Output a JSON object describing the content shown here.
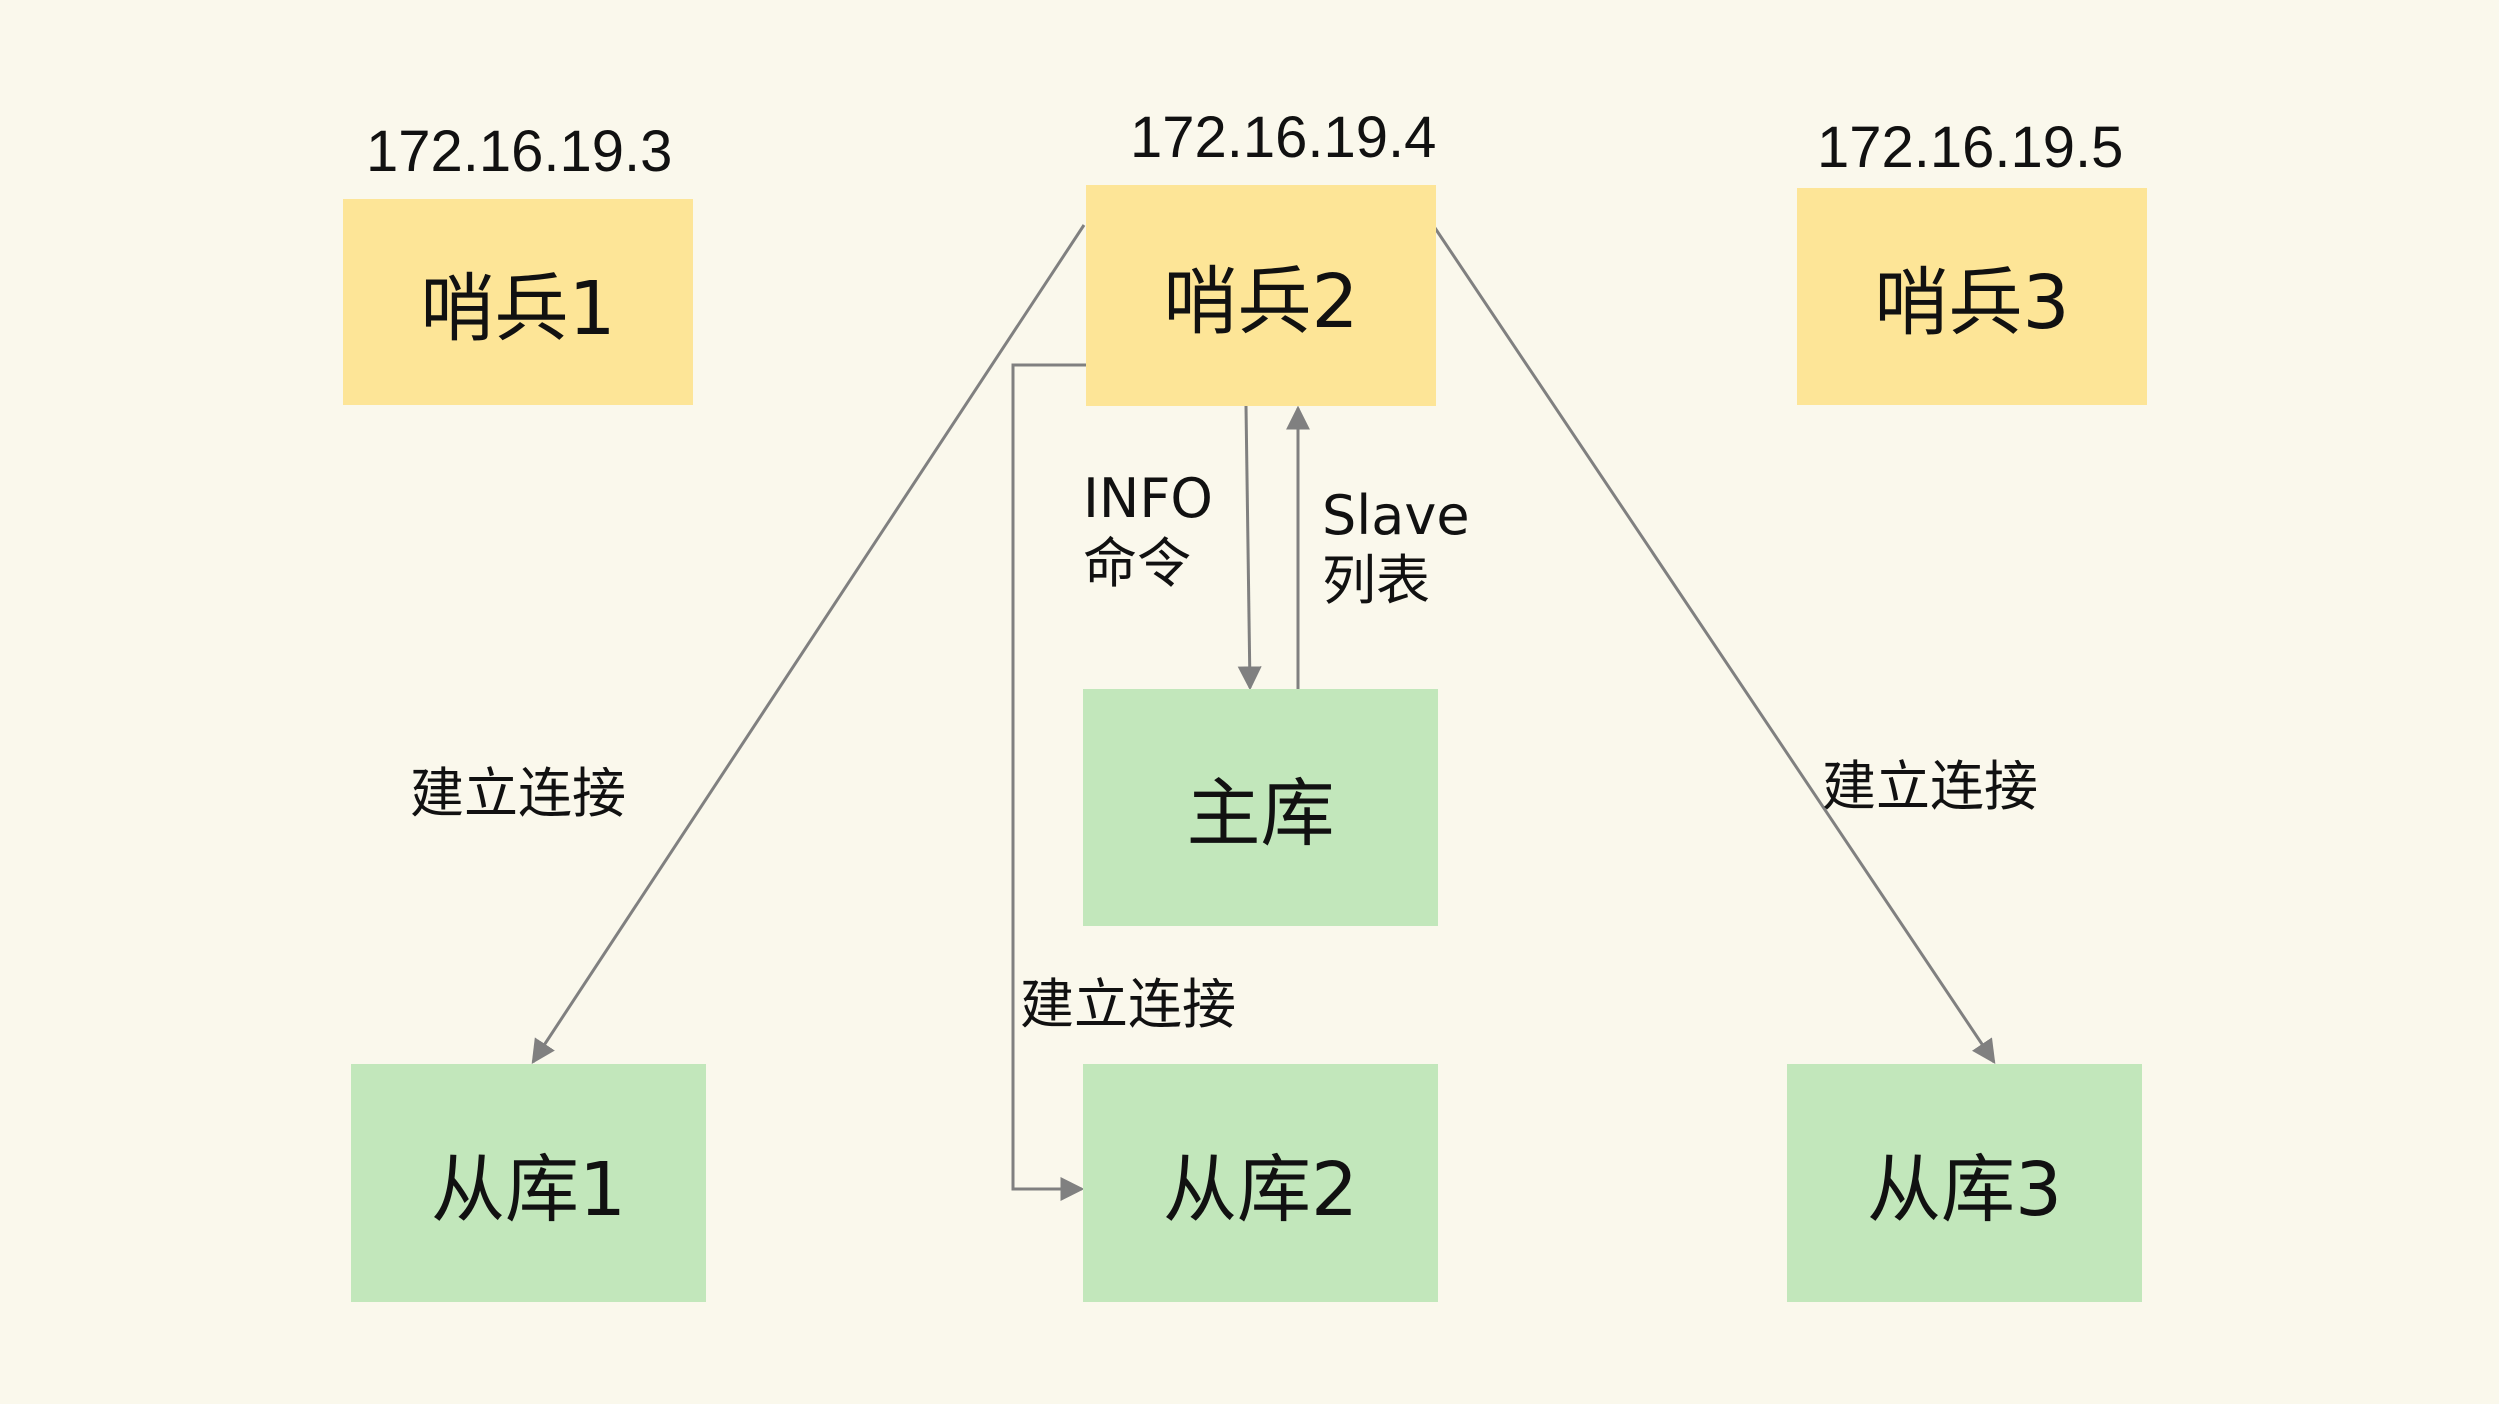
{
  "sentinels": [
    {
      "ip": "172.16.19.3",
      "label": "哨兵1"
    },
    {
      "ip": "172.16.19.4",
      "label": "哨兵2"
    },
    {
      "ip": "172.16.19.5",
      "label": "哨兵3"
    }
  ],
  "master": {
    "label": "主库"
  },
  "replicas": [
    {
      "label": "从库1"
    },
    {
      "label": "从库2"
    },
    {
      "label": "从库3"
    }
  ],
  "edges": {
    "info_command": [
      "INFO",
      "命令"
    ],
    "slave_list": [
      "Slave",
      "列表"
    ],
    "connect_left": "建立连接",
    "connect_middle": "建立连接",
    "connect_right": "建立连接"
  },
  "colors": {
    "sentinel_fill": "#fde597",
    "db_fill": "#c2e7bb",
    "line": "#808080",
    "background": "#faf8ec"
  }
}
